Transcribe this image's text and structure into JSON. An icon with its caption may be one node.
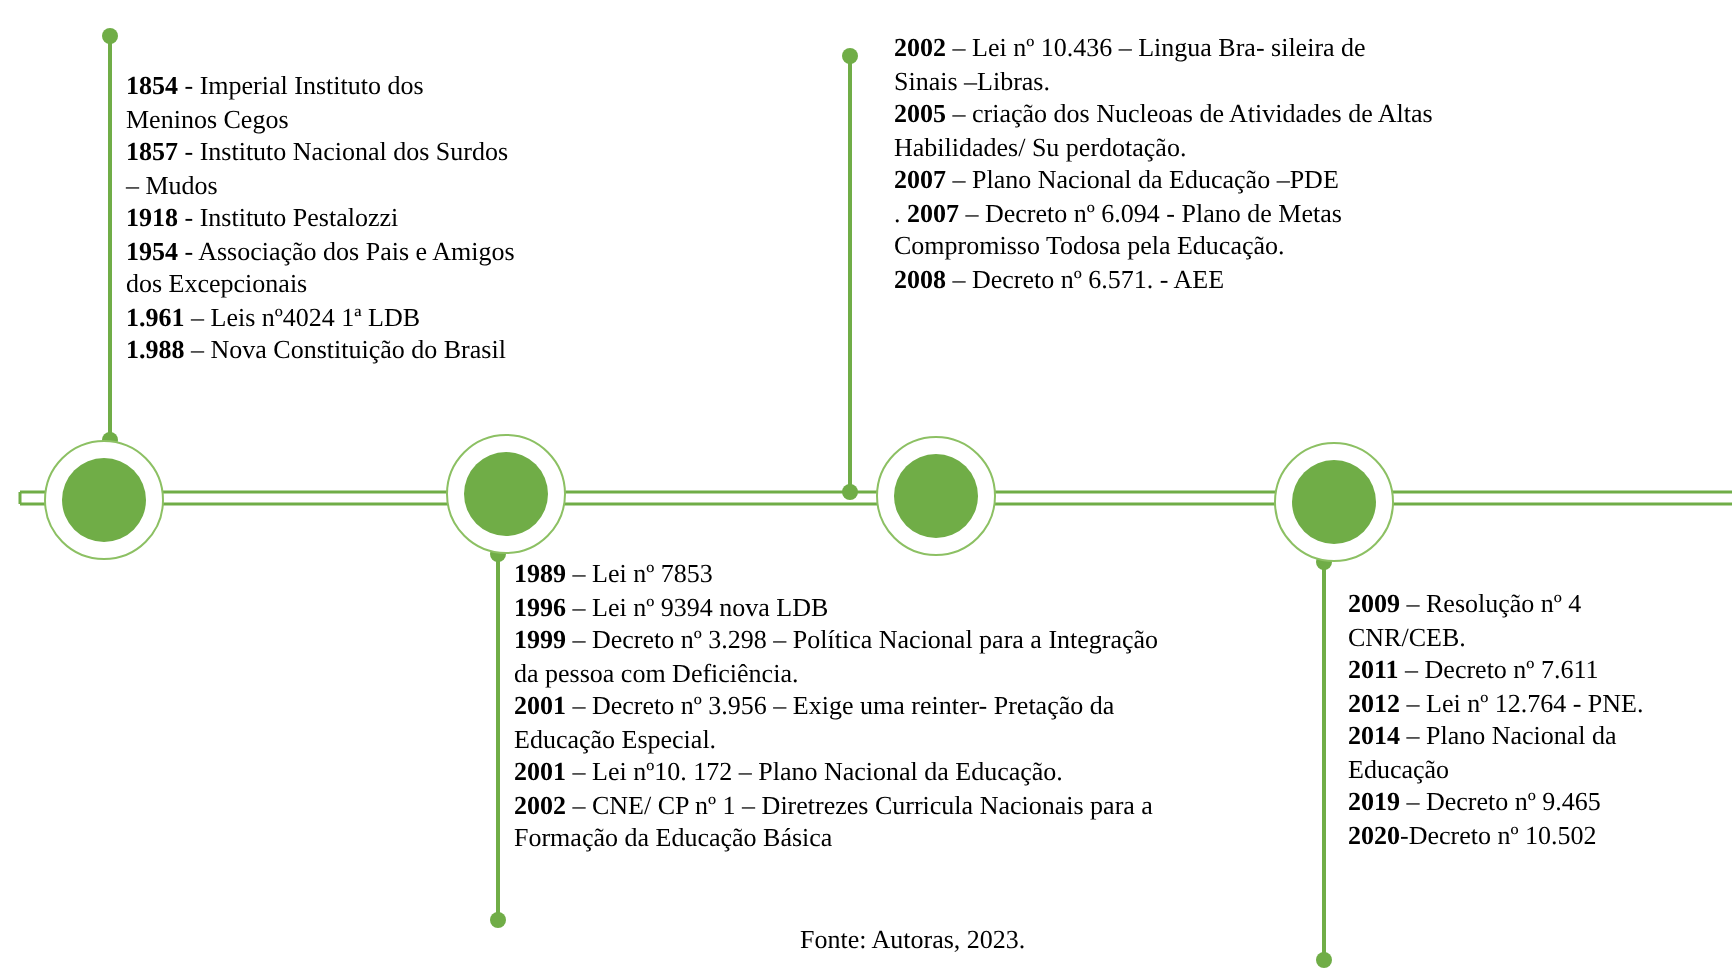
{
  "diagram": {
    "caption": "Fonte: Autoras, 2023.",
    "nodes": [
      {
        "text": [],
        "shape": "circle"
      },
      {
        "text": [],
        "shape": "circle"
      },
      {
        "text": [],
        "shape": "circle"
      },
      {
        "text": [],
        "shape": "circle"
      },
      {
        "text": [
          "**1854** - Imperial Instituto dos Meninos Cegos",
          "**1857** - Instituto Nacional dos Surdos – Mudos",
          "**1918** - Instituto Pestalozzi",
          "**1954** - Associação dos Pais e Amigos dos Excepcionais",
          "**1.961** – Leis nº4024 1ª LDB",
          "**1.988** – Nova Constituição do Brasil"
        ]
      },
      {
        "text": [
          "**1989** – Lei nº 7853",
          "**1996** – Lei nº 9394 nova LDB",
          "**1999** – Decreto nº 3.298 – Política Nacional para a Integração da pessoa com Deficiência.",
          "**2001** – Decreto nº 3.956 – Exige uma reinter- Pretação da Educação Especial.",
          "**2001** – Lei nº10. 172 – Plano Nacional da Educação.",
          "**2002** – CNE/ CP nº 1 – Diretrezes Curricula Nacionais para a Formação da Educação Básica"
        ]
      },
      {
        "text": [
          "**2002** – Lei nº 10.436 – Lingua Bra- sileira de Sinais –Libras.",
          "**2005** – criação dos Nucleoas de Atividades de Altas Habilidades/ Su perdotação.",
          "**2007** – Plano Nacional da Educação –PDE",
          ". **2007** – Decreto nº 6.094 - Plano de Metas Compromisso Todosa pela Educação.",
          "**2008** – Decreto nº 6.571. - AEE"
        ]
      },
      {
        "text": [
          "**2009** – Resolução nº 4 CNR/CEB.",
          "**2011** – Decreto nº 7.611",
          "**2012** – Lei nº 12.764 - PNE.",
          "**2014** – Plano Nacional da Educação",
          "**2019** – Decreto nº 9.465",
          "**2020**-Decreto nº 10.502"
        ]
      }
    ],
    "edges": [
      {
        "from": 0,
        "to": 4,
        "arrow": "other"
      },
      {
        "from": 1,
        "to": 5,
        "arrow": "other"
      },
      {
        "from": 2,
        "to": 6,
        "arrow": "other"
      },
      {
        "from": 3,
        "to": 7,
        "arrow": "other"
      }
    ]
  }
}
